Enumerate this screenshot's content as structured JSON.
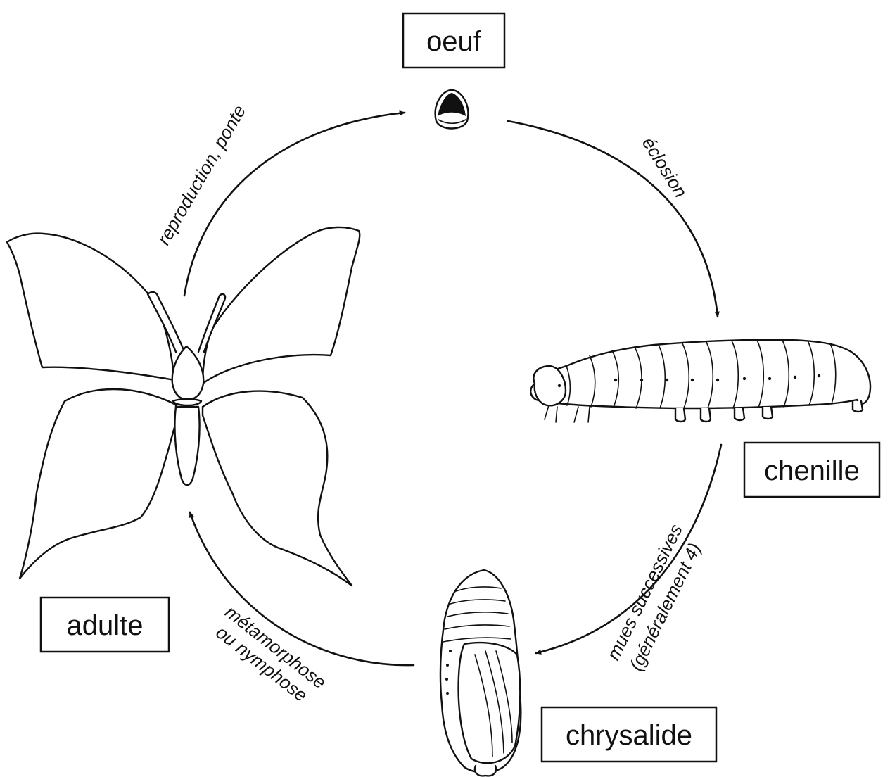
{
  "stages": {
    "egg": "oeuf",
    "caterpillar": "chenille",
    "chrysalis": "chrysalide",
    "adult": "adulte"
  },
  "transitions": {
    "reproduction": "reproduction, ponte",
    "hatching": "éclosion",
    "molts_line1": "mues successives",
    "molts_line2": "(généralement 4)",
    "metamorphosis_line1": "métamorphose",
    "metamorphosis_line2": "ou nymphose"
  },
  "colors": {
    "ink": "#111111",
    "background": "#ffffff"
  }
}
